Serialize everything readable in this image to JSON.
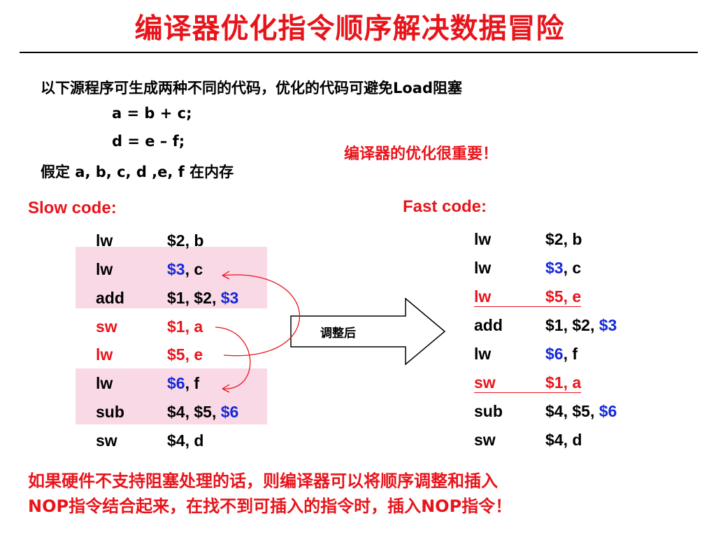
{
  "title": "编译器优化指令顺序解决数据冒险",
  "intro": {
    "line1": "以下源程序可生成两种不同的代码，优化的代码可避免Load阻塞",
    "line2": "a = b + c;",
    "line3": "d = e – f;",
    "line4": "假定 a, b, c, d ,e, f 在内存"
  },
  "important_note": "编译器的优化很重要！",
  "slow": {
    "header": "Slow code:",
    "rows": [
      {
        "op": "lw",
        "a": "$2, b",
        "b": "",
        "c": ""
      },
      {
        "op": "lw",
        "a": "$3",
        "b": ", c",
        "c": ""
      },
      {
        "op": "add",
        "a": "$1, $2, ",
        "b": "$3",
        "c": ""
      },
      {
        "op": "sw",
        "a": "$1, a",
        "b": "",
        "c": ""
      },
      {
        "op": "lw",
        "a": "$5, e",
        "b": "",
        "c": ""
      },
      {
        "op": "lw",
        "a": "$6",
        "b": ", f",
        "c": ""
      },
      {
        "op": "sub",
        "a": "$4, $5, ",
        "b": "$6",
        "c": ""
      },
      {
        "op": "sw",
        "a": "$4, d",
        "b": "",
        "c": ""
      }
    ]
  },
  "fast": {
    "header": "Fast code:",
    "rows": [
      {
        "op": "lw",
        "a": "$2, b",
        "b": ""
      },
      {
        "op": "lw",
        "a": "$3",
        "b": ", c"
      },
      {
        "op": "lw",
        "a": "$5, e",
        "b": ""
      },
      {
        "op": "add",
        "a": "$1, $2, ",
        "b": "$3"
      },
      {
        "op": "lw",
        "a": "$6",
        "b": ", f"
      },
      {
        "op": "sw",
        "a": "$1, a",
        "b": ""
      },
      {
        "op": "sub",
        "a": "$4, $5, ",
        "b": "$6"
      },
      {
        "op": "sw",
        "a": "$4, d",
        "b": ""
      }
    ]
  },
  "arrow_label": "调整后",
  "bottom": {
    "line1": "如果硬件不支持阻塞处理的话，则编译器可以将顺序调整和插入",
    "line2": "NOP指令结合起来，在找不到可插入的指令时，插入NOP指令！"
  },
  "colors": {
    "red": "#e8141b",
    "blue": "#1428d8",
    "highlight": "#fad9e6"
  }
}
